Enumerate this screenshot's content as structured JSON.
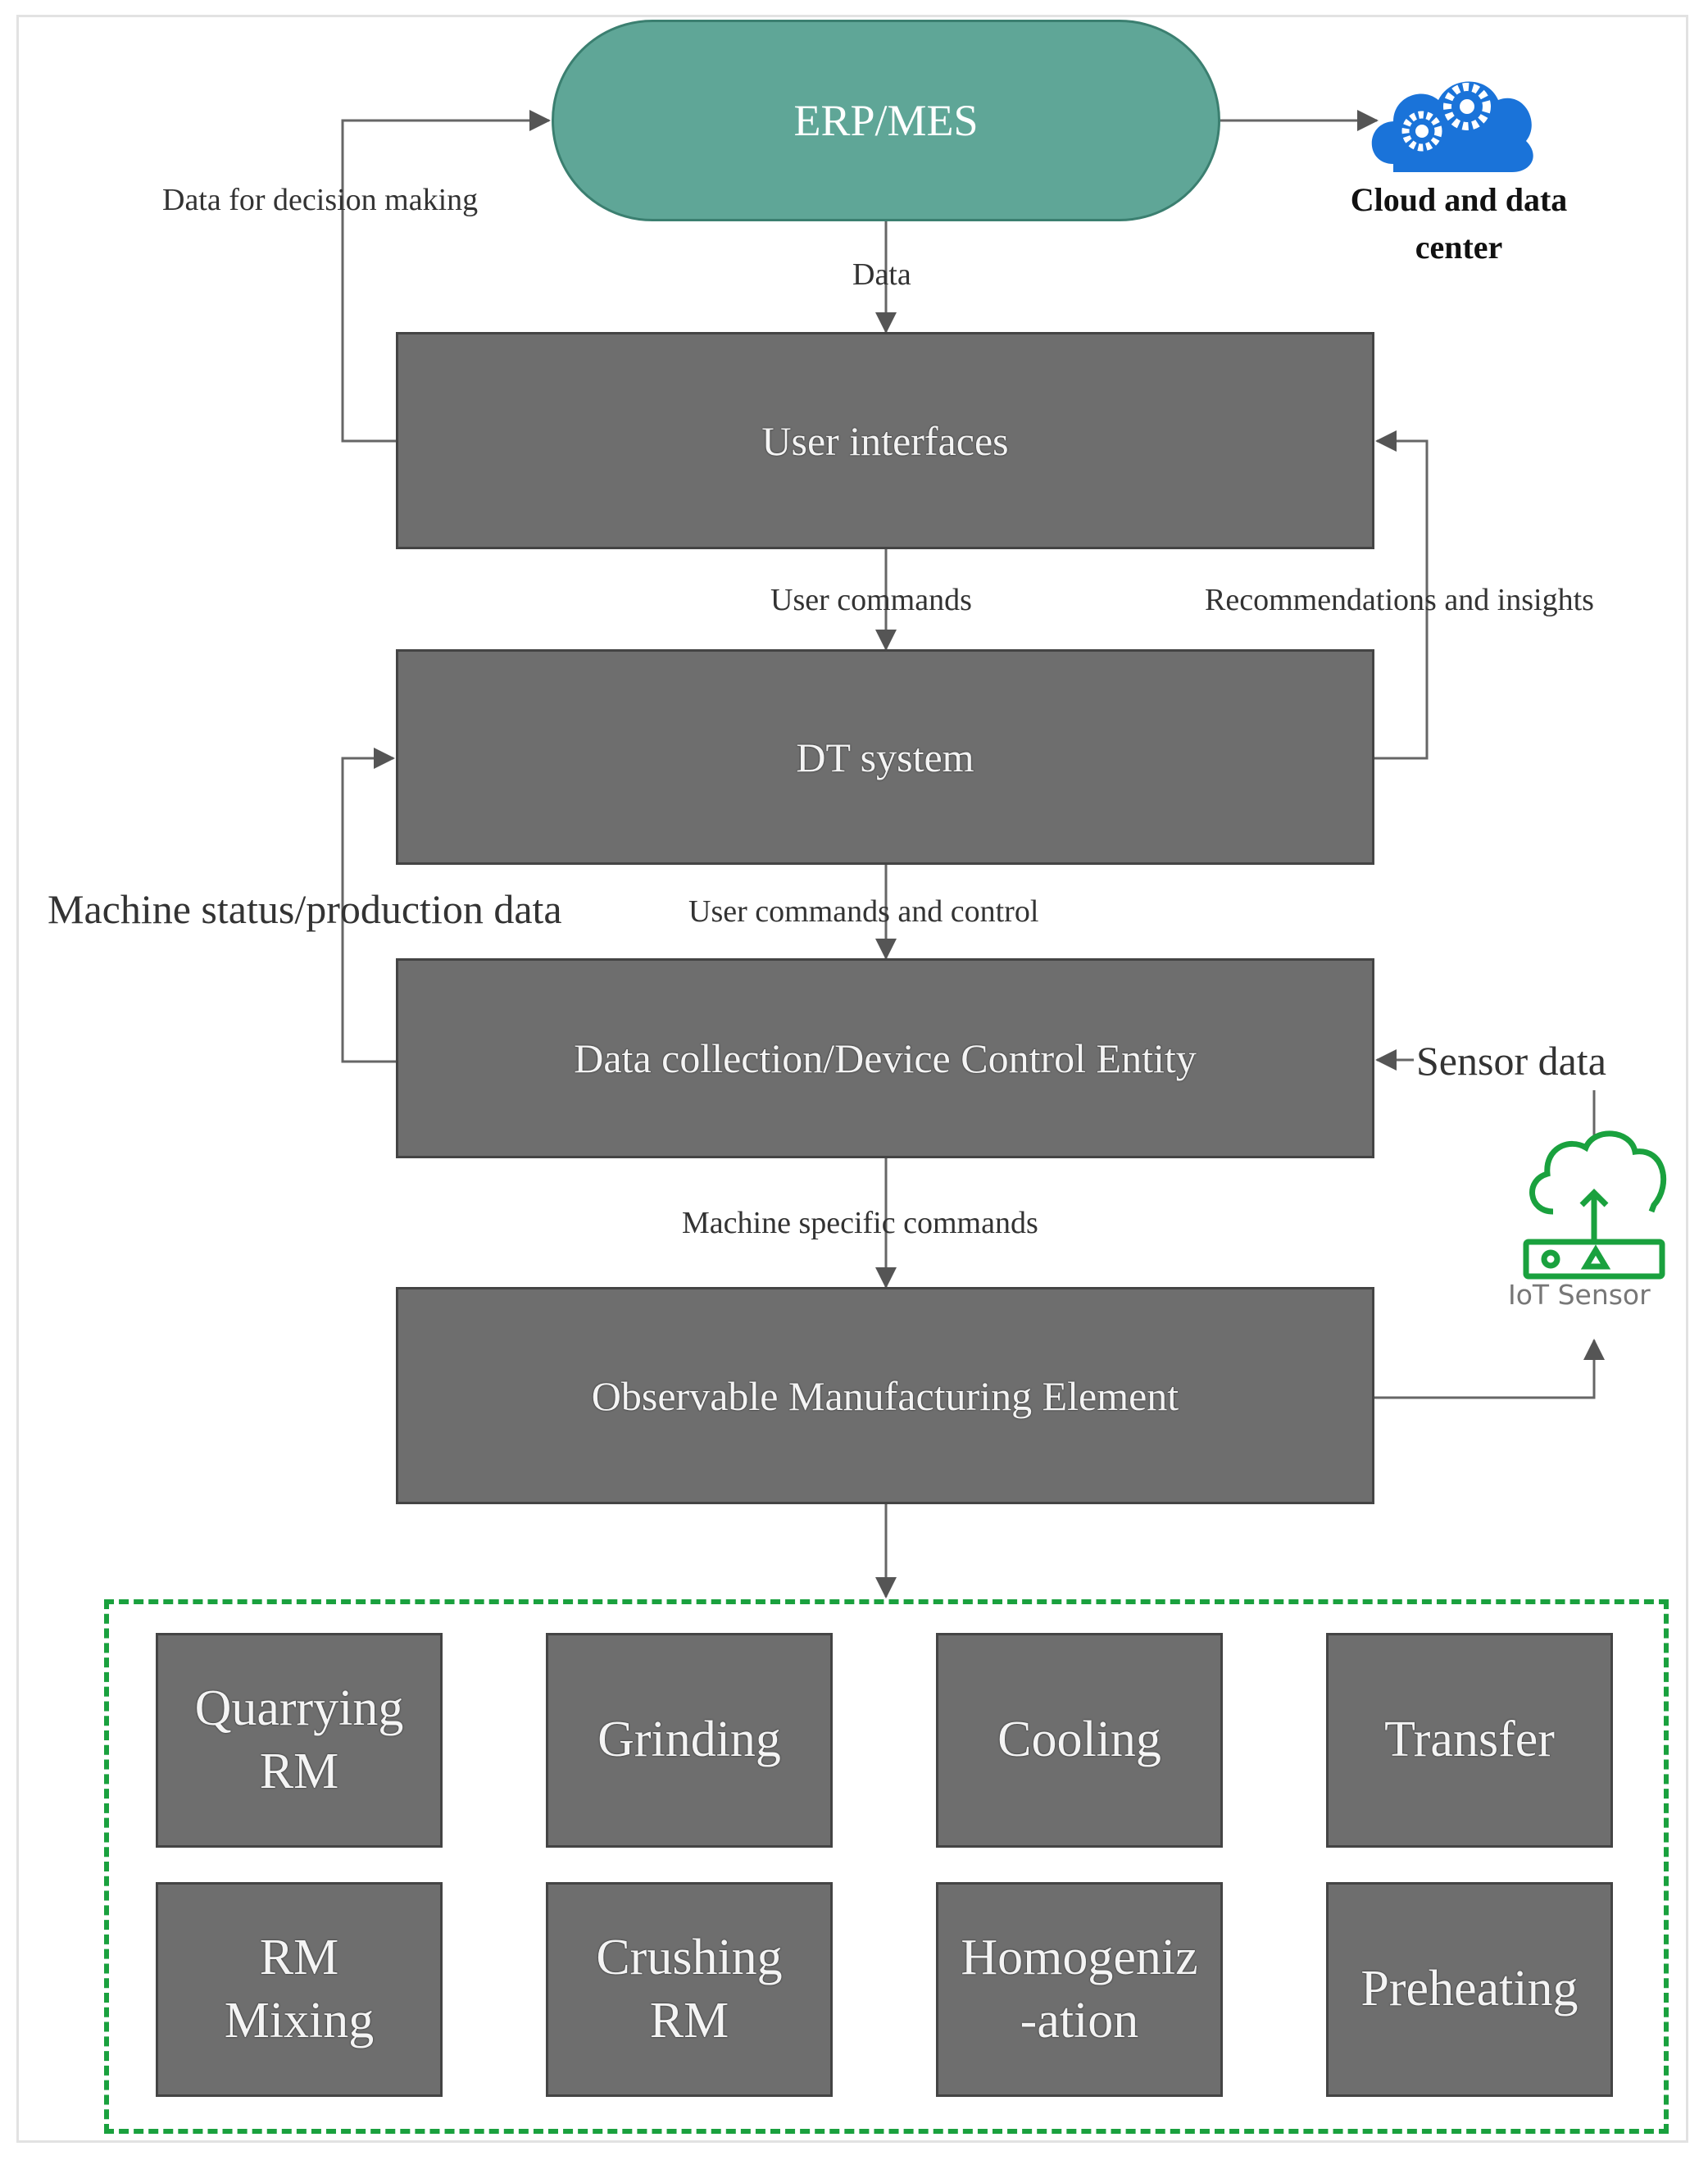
{
  "nodes": {
    "erp": "ERP/MES",
    "cloud": "Cloud and data center",
    "user_interfaces": "User interfaces",
    "dt_system": "DT system",
    "data_collection": "Data collection/Device Control Entity",
    "observable": "Observable Manufacturing Element",
    "iot_sensor": "IoT Sensor"
  },
  "edges": {
    "data_for_decision": "Data for decision making",
    "data": "Data",
    "user_commands": "User commands",
    "recommendations": "Recommendations and insights",
    "machine_status": "Machine status/production data",
    "user_commands_control": "User commands and control",
    "sensor_data": "Sensor data",
    "machine_specific": "Machine specific commands"
  },
  "processes": [
    "Quarrying\nRM",
    "Grinding",
    "Cooling",
    "Transfer",
    "RM\nMixing",
    "Crushing\nRM",
    "Homogeniz\n-ation",
    "Preheating"
  ],
  "colors": {
    "erp_fill": "#5fa697",
    "box_fill": "#6e6e6e",
    "group_border": "#1aa13e",
    "cloud_blue": "#1a73d9",
    "iot_green": "#1aa13e"
  },
  "icons": [
    "cloud-gears-icon",
    "iot-sensor-icon"
  ]
}
